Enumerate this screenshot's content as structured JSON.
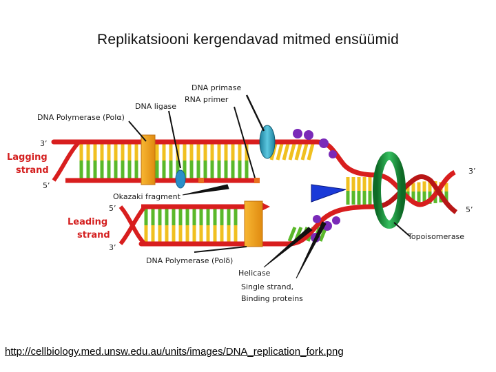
{
  "slide": {
    "title": "Replikatsiooni kergendavad mitmed ensüümid",
    "source_link": "http://cellbiology.med.unsw.edu.au/units/images/DNA_replication_fork.png"
  },
  "diagram": {
    "labels": {
      "dna_primase": "DNA primase",
      "rna_primer": "RNA primer",
      "dna_ligase": "DNA ligase",
      "pol_alpha": "DNA Polymerase (Polα)",
      "okazaki": "Okazaki fragment",
      "pol_delta": "DNA Polymerase (Polδ)",
      "helicase": "Helicase",
      "ssb_line1": "Single strand,",
      "ssb_line2": "Binding proteins",
      "topoisomerase": "Topoisomerase",
      "lagging_line1": "Lagging",
      "lagging_line2": "strand",
      "leading_line1": "Leading",
      "leading_line2": "strand",
      "end_3_top": "3’",
      "end_5_top": "5’",
      "end_5_bottom": "5’",
      "end_3_bottom": "3’",
      "end_3_right": "3’",
      "end_5_right": "5’"
    },
    "colors": {
      "backbone": "#d81e1e",
      "base_yellow": "#f0c020",
      "base_green": "#5ab82a",
      "polymerase": "#f5a623",
      "primase": "#2aa0c0",
      "ligase": "#2a8fc8",
      "helicase": "#1a3ad8",
      "ssb": "#7a2ab8",
      "topoisomerase": "#1a9a3a",
      "okazaki": "#e87020"
    }
  }
}
